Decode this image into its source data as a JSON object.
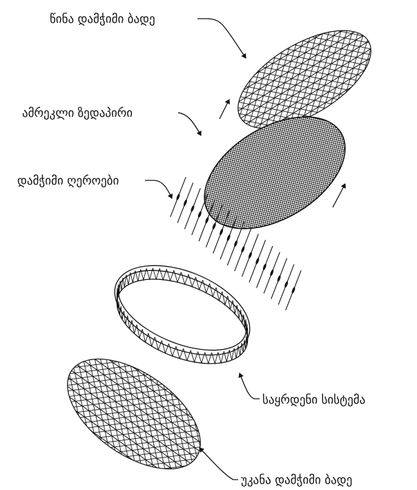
{
  "diagram": {
    "labels": {
      "front_net": "წინა დამჭიმი ბადე",
      "reflector_surface": "ამრეკლი ზედაპირი",
      "tension_rods": "დამჭიმი ღეროები",
      "support_system": "საყრდენი სისტემა",
      "rear_net": "უკანა დამჭიმი ბადე"
    },
    "colors": {
      "ink": "#111111",
      "background": "#ffffff"
    }
  }
}
